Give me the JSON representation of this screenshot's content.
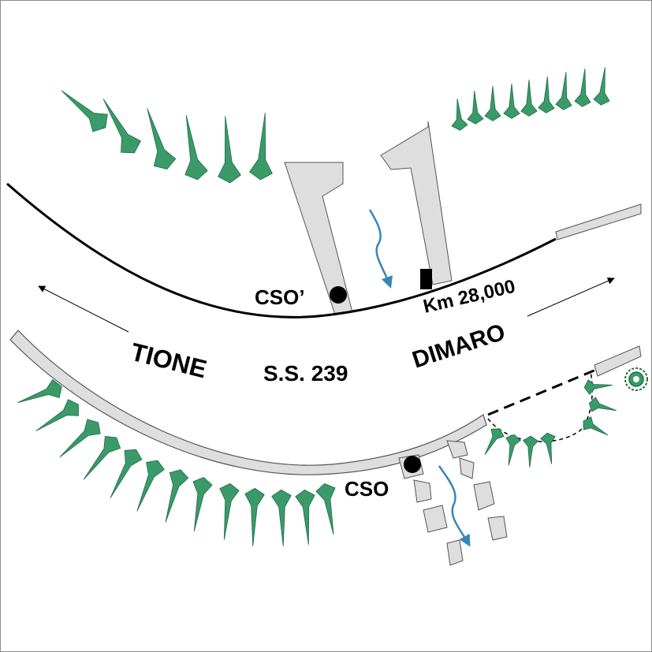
{
  "diagram": {
    "road_name": "S.S. 239",
    "direction_west": "TIONE",
    "direction_east": "DIMARO",
    "kilometer_marker": "Km 28,000",
    "outfall_upper": "CSO’",
    "outfall_lower": "CSO"
  },
  "colors": {
    "vegetation": "#3a9a6a",
    "water_flow": "#3a86b8",
    "structure_fill": "#dedede",
    "road_line": "#000000"
  },
  "icons": {
    "tree_symbol": "spike-tree-icon",
    "bush_symbol": "shrub-icon",
    "flow": "flow-arrow-icon",
    "outlet": "outlet-dot-icon"
  }
}
